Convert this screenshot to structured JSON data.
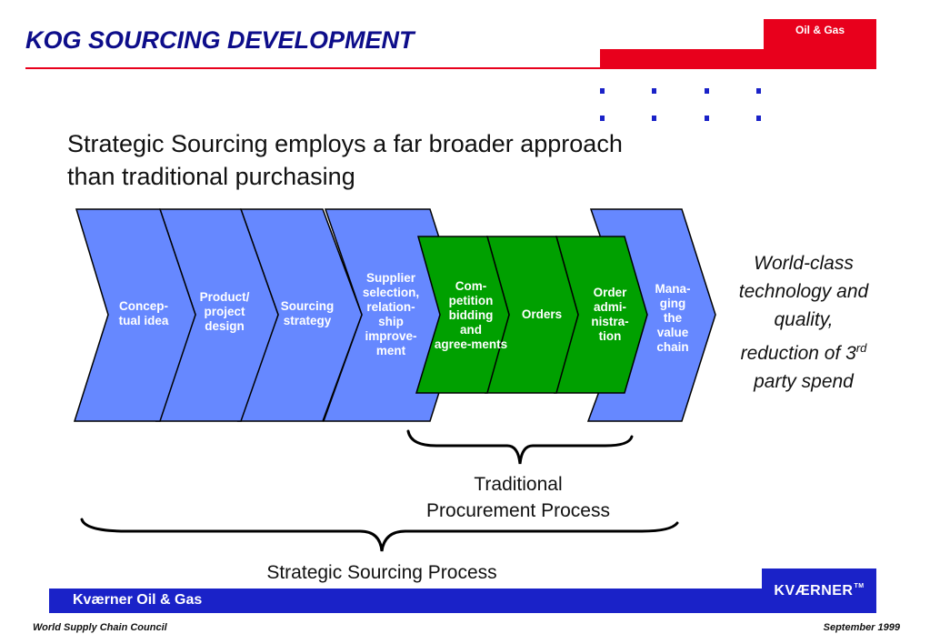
{
  "header": {
    "title": "KOG SOURCING DEVELOPMENT",
    "tab_label": "Oil & Gas"
  },
  "headline": {
    "line1": "Strategic Sourcing employs a far broader approach",
    "line2": "than traditional purchasing"
  },
  "process_steps": [
    {
      "label": "Concep-\ntual idea",
      "color": "#6688ff"
    },
    {
      "label": "Product/\nproject\ndesign",
      "color": "#6688ff"
    },
    {
      "label": "Sourcing\nstrategy",
      "color": "#6688ff"
    },
    {
      "label": "Supplier\nselection,\nrelation-\nship\nimprove-\nment",
      "color": "#6688ff"
    },
    {
      "label": "Com-\npetition\nbidding\nand\nagree-ments",
      "color": "#00a000"
    },
    {
      "label": "Orders",
      "color": "#00a000"
    },
    {
      "label": "Order\nadmi-\nnistra-\ntion",
      "color": "#00a000"
    },
    {
      "label": "Mana-\nging\nthe\nvalue\nchain",
      "color": "#6688ff"
    }
  ],
  "outcome": {
    "line1": "World-class",
    "line2": "technology and",
    "line3": "quality,",
    "line4_prefix": "reduction of 3",
    "line4_sup": "rd",
    "line5": "party spend"
  },
  "traditional": {
    "line1": "Traditional",
    "line2": "Procurement Process"
  },
  "strategic_label": "Strategic Sourcing Process",
  "footer": {
    "company": "Kværner Oil & Gas",
    "logo": "KVÆRNER",
    "logo_tm": "TM",
    "left_text": "World Supply Chain Council",
    "right_text": "September 1999"
  },
  "colors": {
    "accent_red": "#e8001c",
    "brand_blue": "#1a22c8",
    "step_blue": "#6688ff",
    "step_green": "#00a000"
  }
}
